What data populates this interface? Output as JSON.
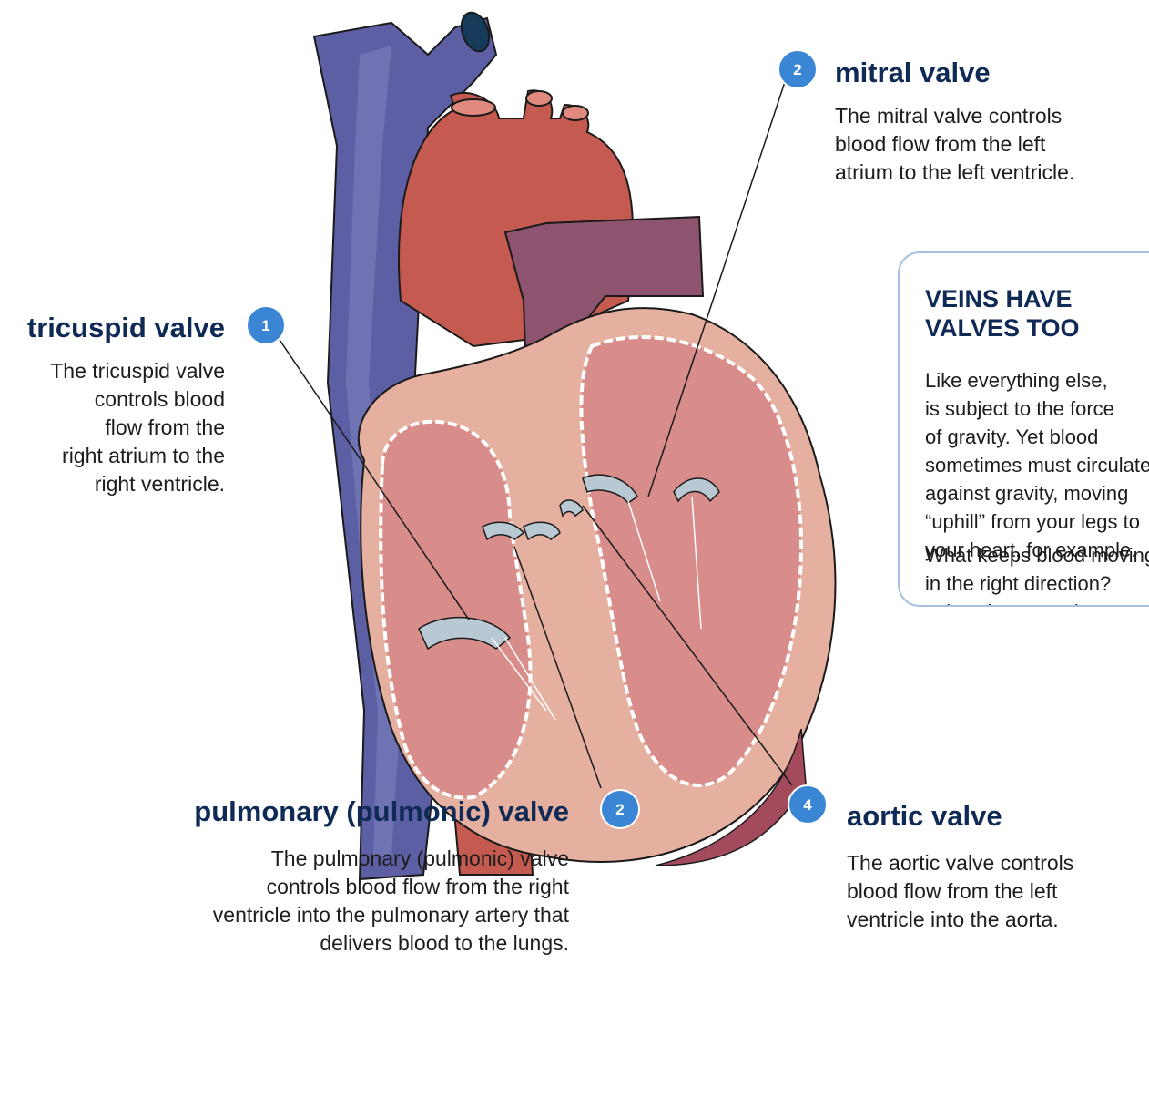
{
  "labels": {
    "tricuspid": {
      "number": "1",
      "title": "tricuspid valve",
      "lines": [
        "The tricuspid valve",
        "controls blood",
        "flow from the",
        "right atrium to the",
        "right ventricle."
      ]
    },
    "mitral": {
      "number": "2",
      "title": "mitral valve",
      "lines": [
        "The mitral valve controls",
        "blood flow from the left",
        "atrium to the left ventricle."
      ]
    },
    "pulmonary": {
      "number": "2",
      "title": "pulmonary (pulmonic) valve",
      "lines": [
        "The pulmonary (pulmonic) valve",
        "controls blood flow from the right",
        "ventricle into the pulmonary artery that",
        "delivers blood to the lungs."
      ]
    },
    "aortic": {
      "number": "4",
      "title": "aortic valve",
      "lines": [
        "The aortic valve controls",
        "blood flow from the left",
        "ventricle into the aorta."
      ]
    }
  },
  "callout": {
    "title": "VEINS HAVE VALVES TOO",
    "p1": "Like everything else,\nis subject to the force\nof gravity. Yet blood\nsometimes must circulate\nagainst gravity, moving\n“uphill” from your legs to\nyour heart, for example.",
    "p2": "What keeps blood moving\nin the right direction?\nvalves in your veins\nkeep blood from backing\nup. Also, the force of the\nheart as it pumps keeps\nblood flowing forward."
  },
  "colors": {
    "badge": "#3a86d4",
    "title": "#0e2a55",
    "vein": "#5c5fa3",
    "artery": "#c45a50",
    "pulmonary_artery": "#8e536f",
    "muscle": "#e5b09f",
    "chamber": "#d98d8a",
    "valve": "#b9c9d4"
  }
}
